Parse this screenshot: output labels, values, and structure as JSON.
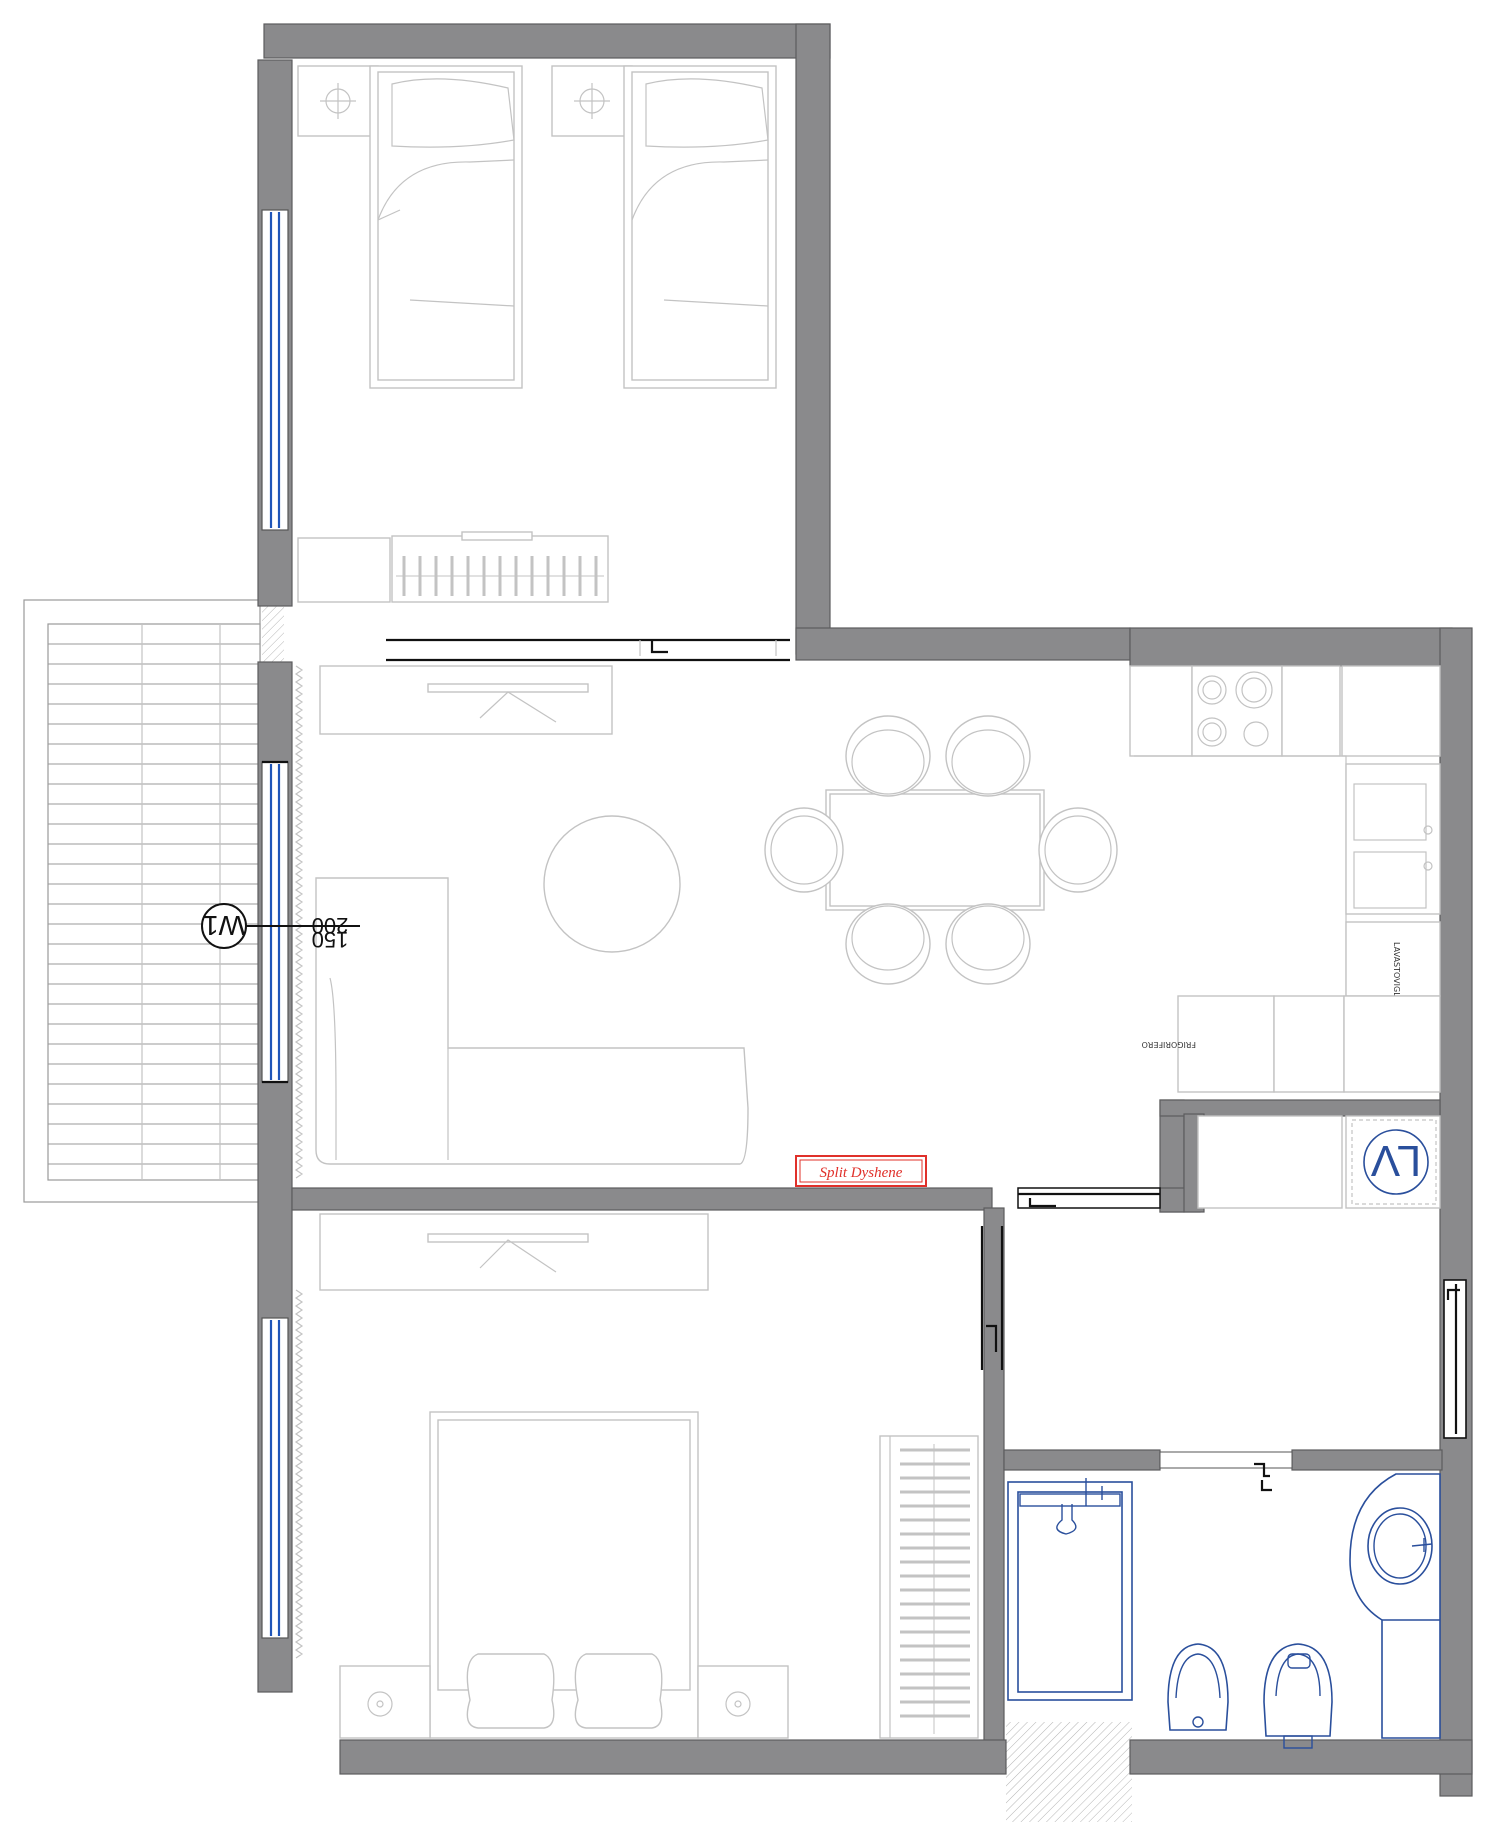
{
  "window_marker": {
    "code": "W1",
    "width": "200",
    "height": "150"
  },
  "labels": {
    "split_unit": "Split Dyshene",
    "boiler_code": "LV",
    "fridge_label": "FRIGORIFERO",
    "dishwasher_label": "LAVASTOVIGLIE"
  },
  "colors": {
    "wall": "#8a8a8c",
    "window_glass": "#1f55b8",
    "sanitary": "#2a4f9c",
    "split_unit": "#e0302a",
    "furniture": "#c3c3c3"
  }
}
